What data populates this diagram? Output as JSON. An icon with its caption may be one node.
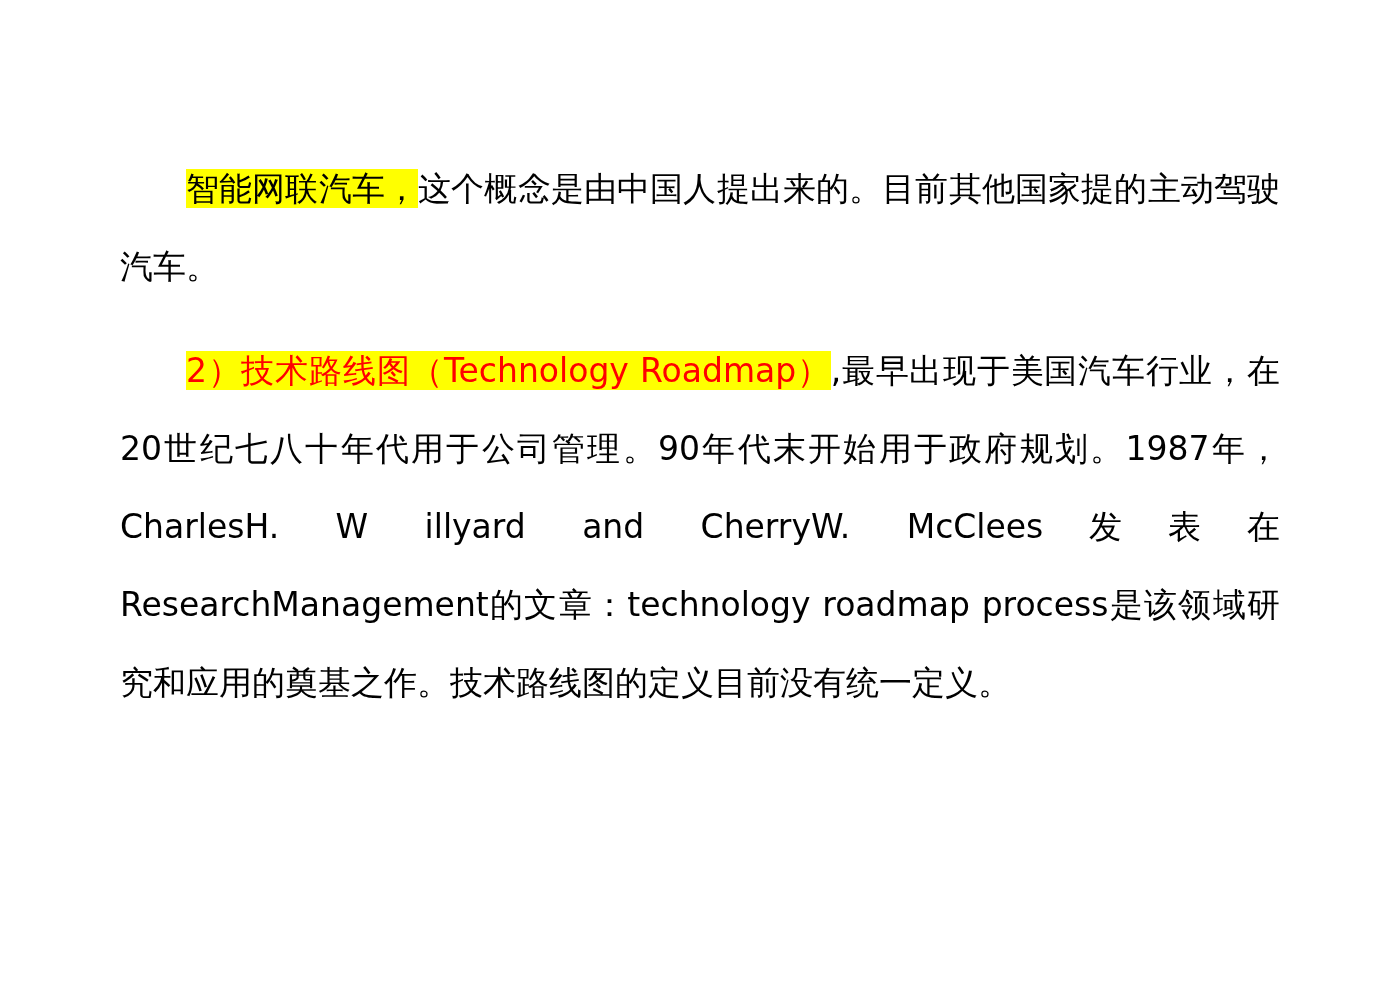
{
  "diagram": {
    "labels": [
      "智能网联汽车，",
      "这个概念是由中国人提出来的。目前其他国家提的主动驾驶汽车。",
      "2）技术路线图（Technology Roadmap）",
      ",最早出现于美国汽车行业，在20世纪七八十年代用于公司管理。90年代末开始用于政府规划。1987年，CharlesH. W illyard and CherryW. McClees发表在ResearchManagement的文章：technology roadmap process是该领域研究和应用的奠基之作。技术路线图的定义目前没有统一定义。"
    ]
  }
}
